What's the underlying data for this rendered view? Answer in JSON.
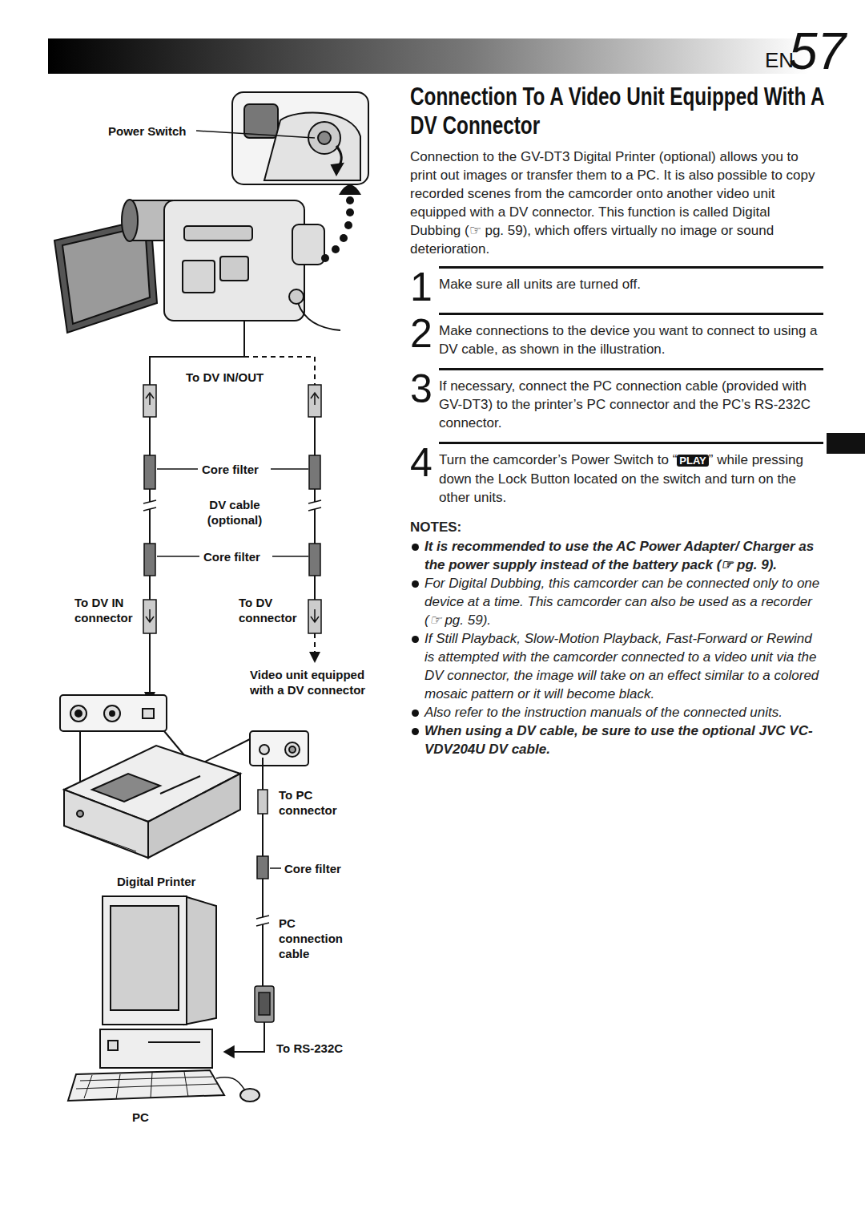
{
  "diagram": {
    "title": "Connection To A Video Unit Equipped With A DV Connector",
    "labels": [
      "EN",
      "57",
      "Connection to the GV-DT3 Digital Printer (optional) allows you to print out images or transfer them to a PC. It is also possible to copy recorded scenes from the camcorder onto another video unit equipped with a DV connector. This function is called Digital Dubbing (☞ pg. 59), which offers virtually no image or sound deterioration.",
      "1",
      "Make sure all units are turned off.",
      "2",
      "Make connections to the device you want to connect to using a DV cable, as shown in the illustration.",
      "3",
      "If necessary, connect the PC connection cable (provided with GV-DT3) to the printer’s PC connector and the PC’s RS-232C connector.",
      "4",
      "Turn the camcorder’s Power Switch to “",
      "PLAY",
      "” while pressing down the Lock Button located on the switch and turn on the other units.",
      "NOTES:",
      "It is recommended to use the AC Power Adapter/ Charger as the power supply instead of the battery pack (☞ pg. 9).",
      "For Digital Dubbing, this camcorder can be connected only to one device at a time. This camcorder can also be used as a recorder (☞ pg. 59).",
      "If Still Playback, Slow-Motion Playback, Fast-Forward or Rewind is attempted with the camcorder connected to a video unit via the DV connector, the image will take on an effect similar to a colored mosaic pattern or it will become black.",
      "Also refer to the instruction manuals of the connected units.",
      "When using a DV cable, be sure to use the optional JVC VC-VDV204U DV cable.",
      "Power Switch",
      "To DV IN/OUT",
      "Core filter",
      "DV cable (optional)",
      "Core filter",
      "To DV IN connector",
      "To DV connector",
      "Video unit equipped with a DV connector",
      "To PC connector",
      "Core filter",
      "Digital Printer",
      "PC connection cable",
      "To RS-232C",
      "PC"
    ]
  }
}
